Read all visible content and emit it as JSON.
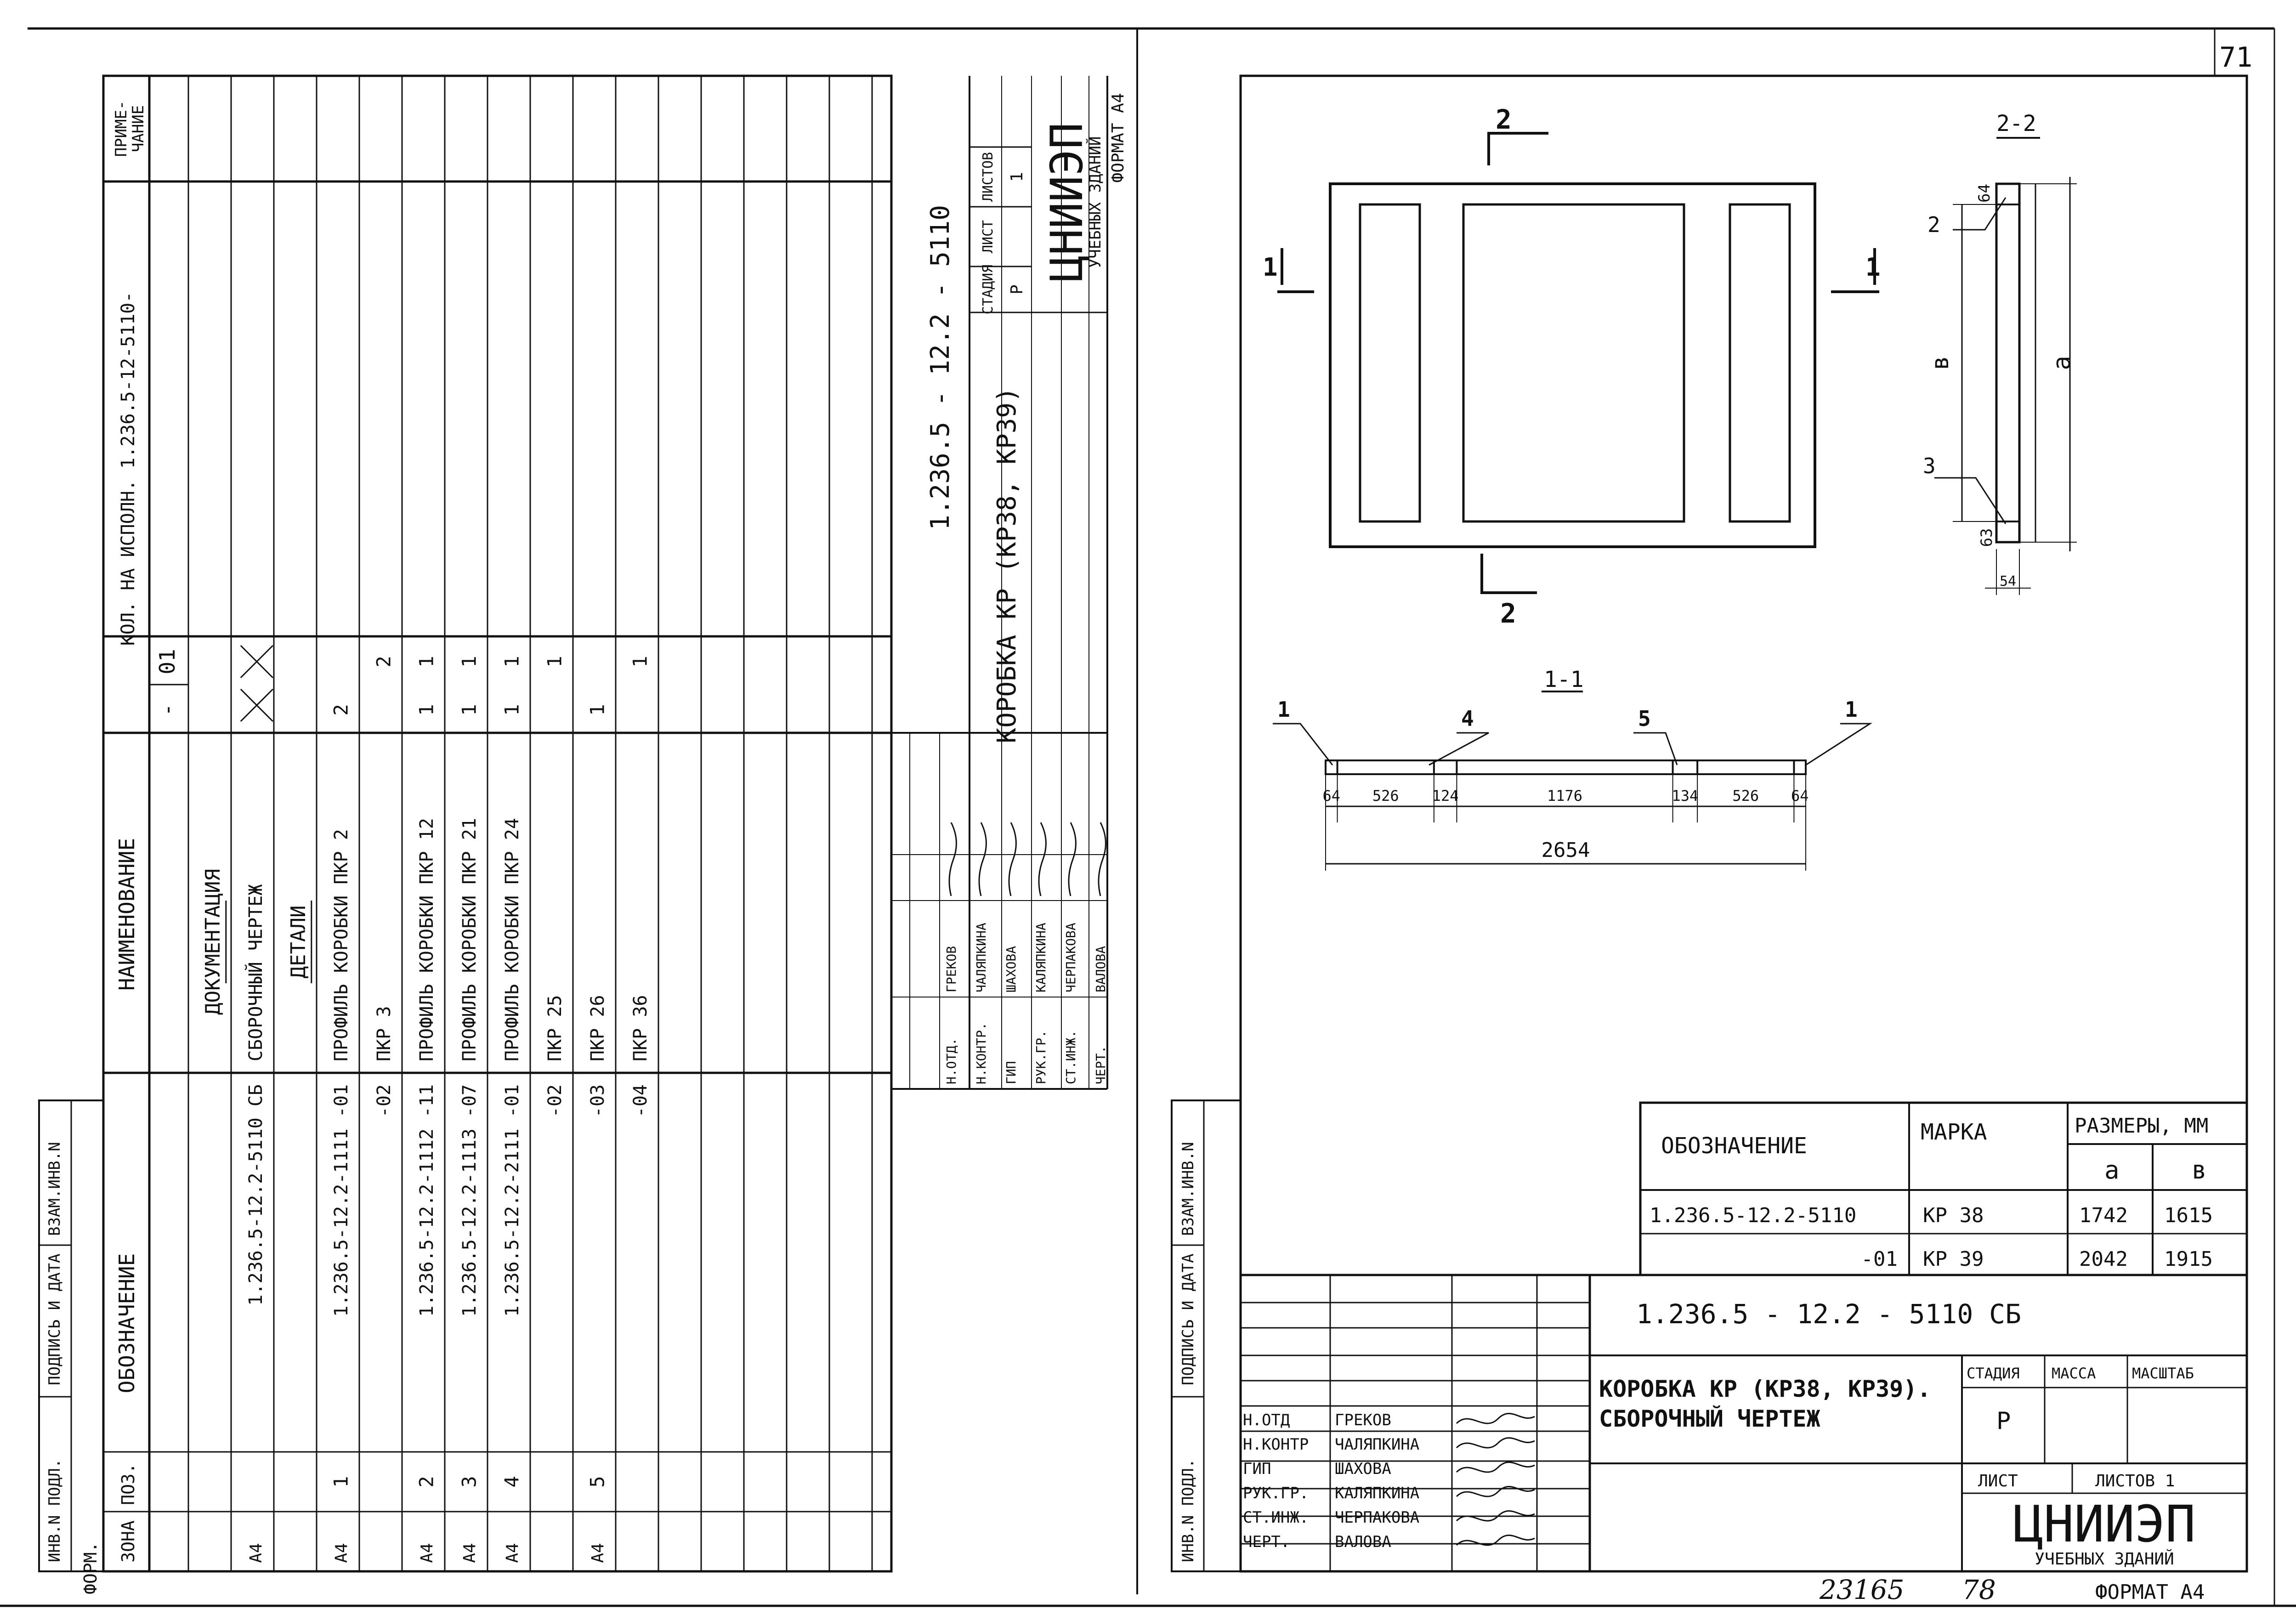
{
  "page_number": "71",
  "footer": {
    "number_a": "23165",
    "number_b": "78",
    "format": "ФОРМАТ А4"
  },
  "left_sheet": {
    "side_stamps": [
      "ФОРМ.",
      "ЗОНА",
      "ПОЗ.",
      "ИНВ.N ПОДЛ.",
      "ПОДПИСЬ И ДАТА",
      "ВЗАМ.ИНВ.N"
    ],
    "headers": {
      "designation": "ОБОЗНАЧЕНИЕ",
      "name": "НАИМЕНОВАНИЕ",
      "qty": "КОЛ. НА ИСПОЛН. 1.236.5-12-5110-",
      "qty_minus": "-",
      "qty_01": "01",
      "note": "ПРИМЕ-\nЧАНИЕ"
    },
    "rows": [
      {
        "form": "",
        "pos": "",
        "designation": "",
        "name": "ДОКУМЕНТАЦИЯ",
        "q1": "",
        "q2": ""
      },
      {
        "form": "А4",
        "pos": "",
        "designation": "1.236.5-12.2-5110 СБ",
        "name": "СБОРОЧНЫЙ ЧЕРТЕЖ",
        "q1": "X",
        "q2": "X"
      },
      {
        "form": "",
        "pos": "",
        "designation": "",
        "name": "ДЕТАЛИ",
        "q1": "",
        "q2": ""
      },
      {
        "form": "А4",
        "pos": "1",
        "designation": "1.236.5-12.2-1111 -01",
        "name": "ПРОФИЛЬ КОРОБКИ ПКР 2",
        "q1": "2",
        "q2": ""
      },
      {
        "form": "",
        "pos": "",
        "designation": "-02",
        "name": "ПКР 3",
        "q1": "",
        "q2": "2"
      },
      {
        "form": "А4",
        "pos": "2",
        "designation": "1.236.5-12.2-1112 -11",
        "name": "ПРОФИЛЬ КОРОБКИ ПКР 12",
        "q1": "1",
        "q2": "1"
      },
      {
        "form": "А4",
        "pos": "3",
        "designation": "1.236.5-12.2-1113 -07",
        "name": "ПРОФИЛЬ КОРОБКИ ПКР 21",
        "q1": "1",
        "q2": "1"
      },
      {
        "form": "А4",
        "pos": "4",
        "designation": "1.236.5-12.2-2111 -01",
        "name": "ПРОФИЛЬ КОРОБКИ ПКР 24",
        "q1": "1",
        "q2": "1"
      },
      {
        "form": "",
        "pos": "",
        "designation": "-02",
        "name": "ПКР 25",
        "q1": "",
        "q2": "1"
      },
      {
        "form": "А4",
        "pos": "5",
        "designation": "-03",
        "name": "ПКР 26",
        "q1": "1",
        "q2": ""
      },
      {
        "form": "",
        "pos": "",
        "designation": "-04",
        "name": "ПКР 36",
        "q1": "",
        "q2": "1"
      }
    ],
    "title_block": {
      "code": "1.236.5 - 12.2 - 5110",
      "title": "КОРОБКА КР (КР38, КР39)",
      "stage_label": "СТАДИЯ",
      "sheet_label": "ЛИСТ",
      "sheets_label": "ЛИСТОВ",
      "stage": "Р",
      "sheets": "1",
      "org": "ЦНИИЭП",
      "org_sub": "УЧЕБНЫХ ЗДАНИЙ",
      "format": "ФОРМАТ А4",
      "people": [
        {
          "role": "Н.ОТД.",
          "name": "ГРЕКОВ"
        },
        {
          "role": "Н.КОНТР.",
          "name": "ЧАЛЯПКИНА"
        },
        {
          "role": "ГИП",
          "name": "ШАХОВА"
        },
        {
          "role": "РУК.ГР.",
          "name": "КАЛЯПКИНА"
        },
        {
          "role": "СТ.ИНЖ.",
          "name": "ЧЕРПАКОВА"
        },
        {
          "role": "ЧЕРТ.",
          "name": "ВАЛОВА"
        }
      ]
    }
  },
  "right_sheet": {
    "side_stamps": [
      "ИНВ.N ПОДЛ.",
      "ПОДПИСЬ И ДАТА",
      "ВЗАМ.ИНВ.N"
    ],
    "drawing": {
      "section_mark_2": "2",
      "section_mark_1": "1",
      "view_1_1": "1-1",
      "view_2_2": "2-2",
      "section_2_2": {
        "dim_top": "64",
        "dim_b": "в",
        "dim_a": "а",
        "dim_bottom": "63",
        "dim_width": "54",
        "pos_2": "2",
        "pos_3": "3"
      },
      "section_1_1": {
        "pos_labels": [
          "1",
          "4",
          "5",
          "1"
        ],
        "segments": [
          {
            "label": "64",
            "mm": 64
          },
          {
            "label": "526",
            "mm": 526
          },
          {
            "label": "124",
            "mm": 124
          },
          {
            "label": "1176",
            "mm": 1176
          },
          {
            "label": "134",
            "mm": 134
          },
          {
            "label": "526",
            "mm": 526
          },
          {
            "label": "64",
            "mm": 64
          }
        ],
        "total": "2654"
      }
    },
    "sizes_table": {
      "h_designation": "ОБОЗНАЧЕНИЕ",
      "h_mark": "МАРКА",
      "h_sizes": "РАЗМЕРЫ, ММ",
      "h_a": "а",
      "h_b": "в",
      "rows": [
        {
          "designation": "1.236.5-12.2-5110",
          "mark": "КР 38",
          "a": "1742",
          "b": "1615"
        },
        {
          "designation": "-01",
          "mark": "КР 39",
          "a": "2042",
          "b": "1915"
        }
      ]
    },
    "title_block": {
      "code": "1.236.5 - 12.2 - 5110 СБ",
      "title_line1": "КОРОБКА КР (КР38, КР39).",
      "title_line2": "СБОРОЧНЫЙ ЧЕРТЕЖ",
      "stage_label": "СТАДИЯ",
      "mass_label": "МАССА",
      "scale_label": "МАСШТАБ",
      "stage": "Р",
      "sheet_label": "ЛИСТ",
      "sheets_label": "ЛИСТОВ 1",
      "org": "ЦНИИЭП",
      "org_sub": "УЧЕБНЫХ ЗДАНИЙ",
      "people": [
        {
          "role": "Н.ОТД",
          "name": "ГРЕКОВ"
        },
        {
          "role": "Н.КОНТР",
          "name": "ЧАЛЯПКИНА"
        },
        {
          "role": "ГИП",
          "name": "ШАХОВА"
        },
        {
          "role": "РУК.ГР.",
          "name": "КАЛЯПКИНА"
        },
        {
          "role": "СТ.ИНЖ.",
          "name": "ЧЕРПАКОВА"
        },
        {
          "role": "ЧЕРТ.",
          "name": "ВАЛОВА"
        }
      ]
    }
  }
}
